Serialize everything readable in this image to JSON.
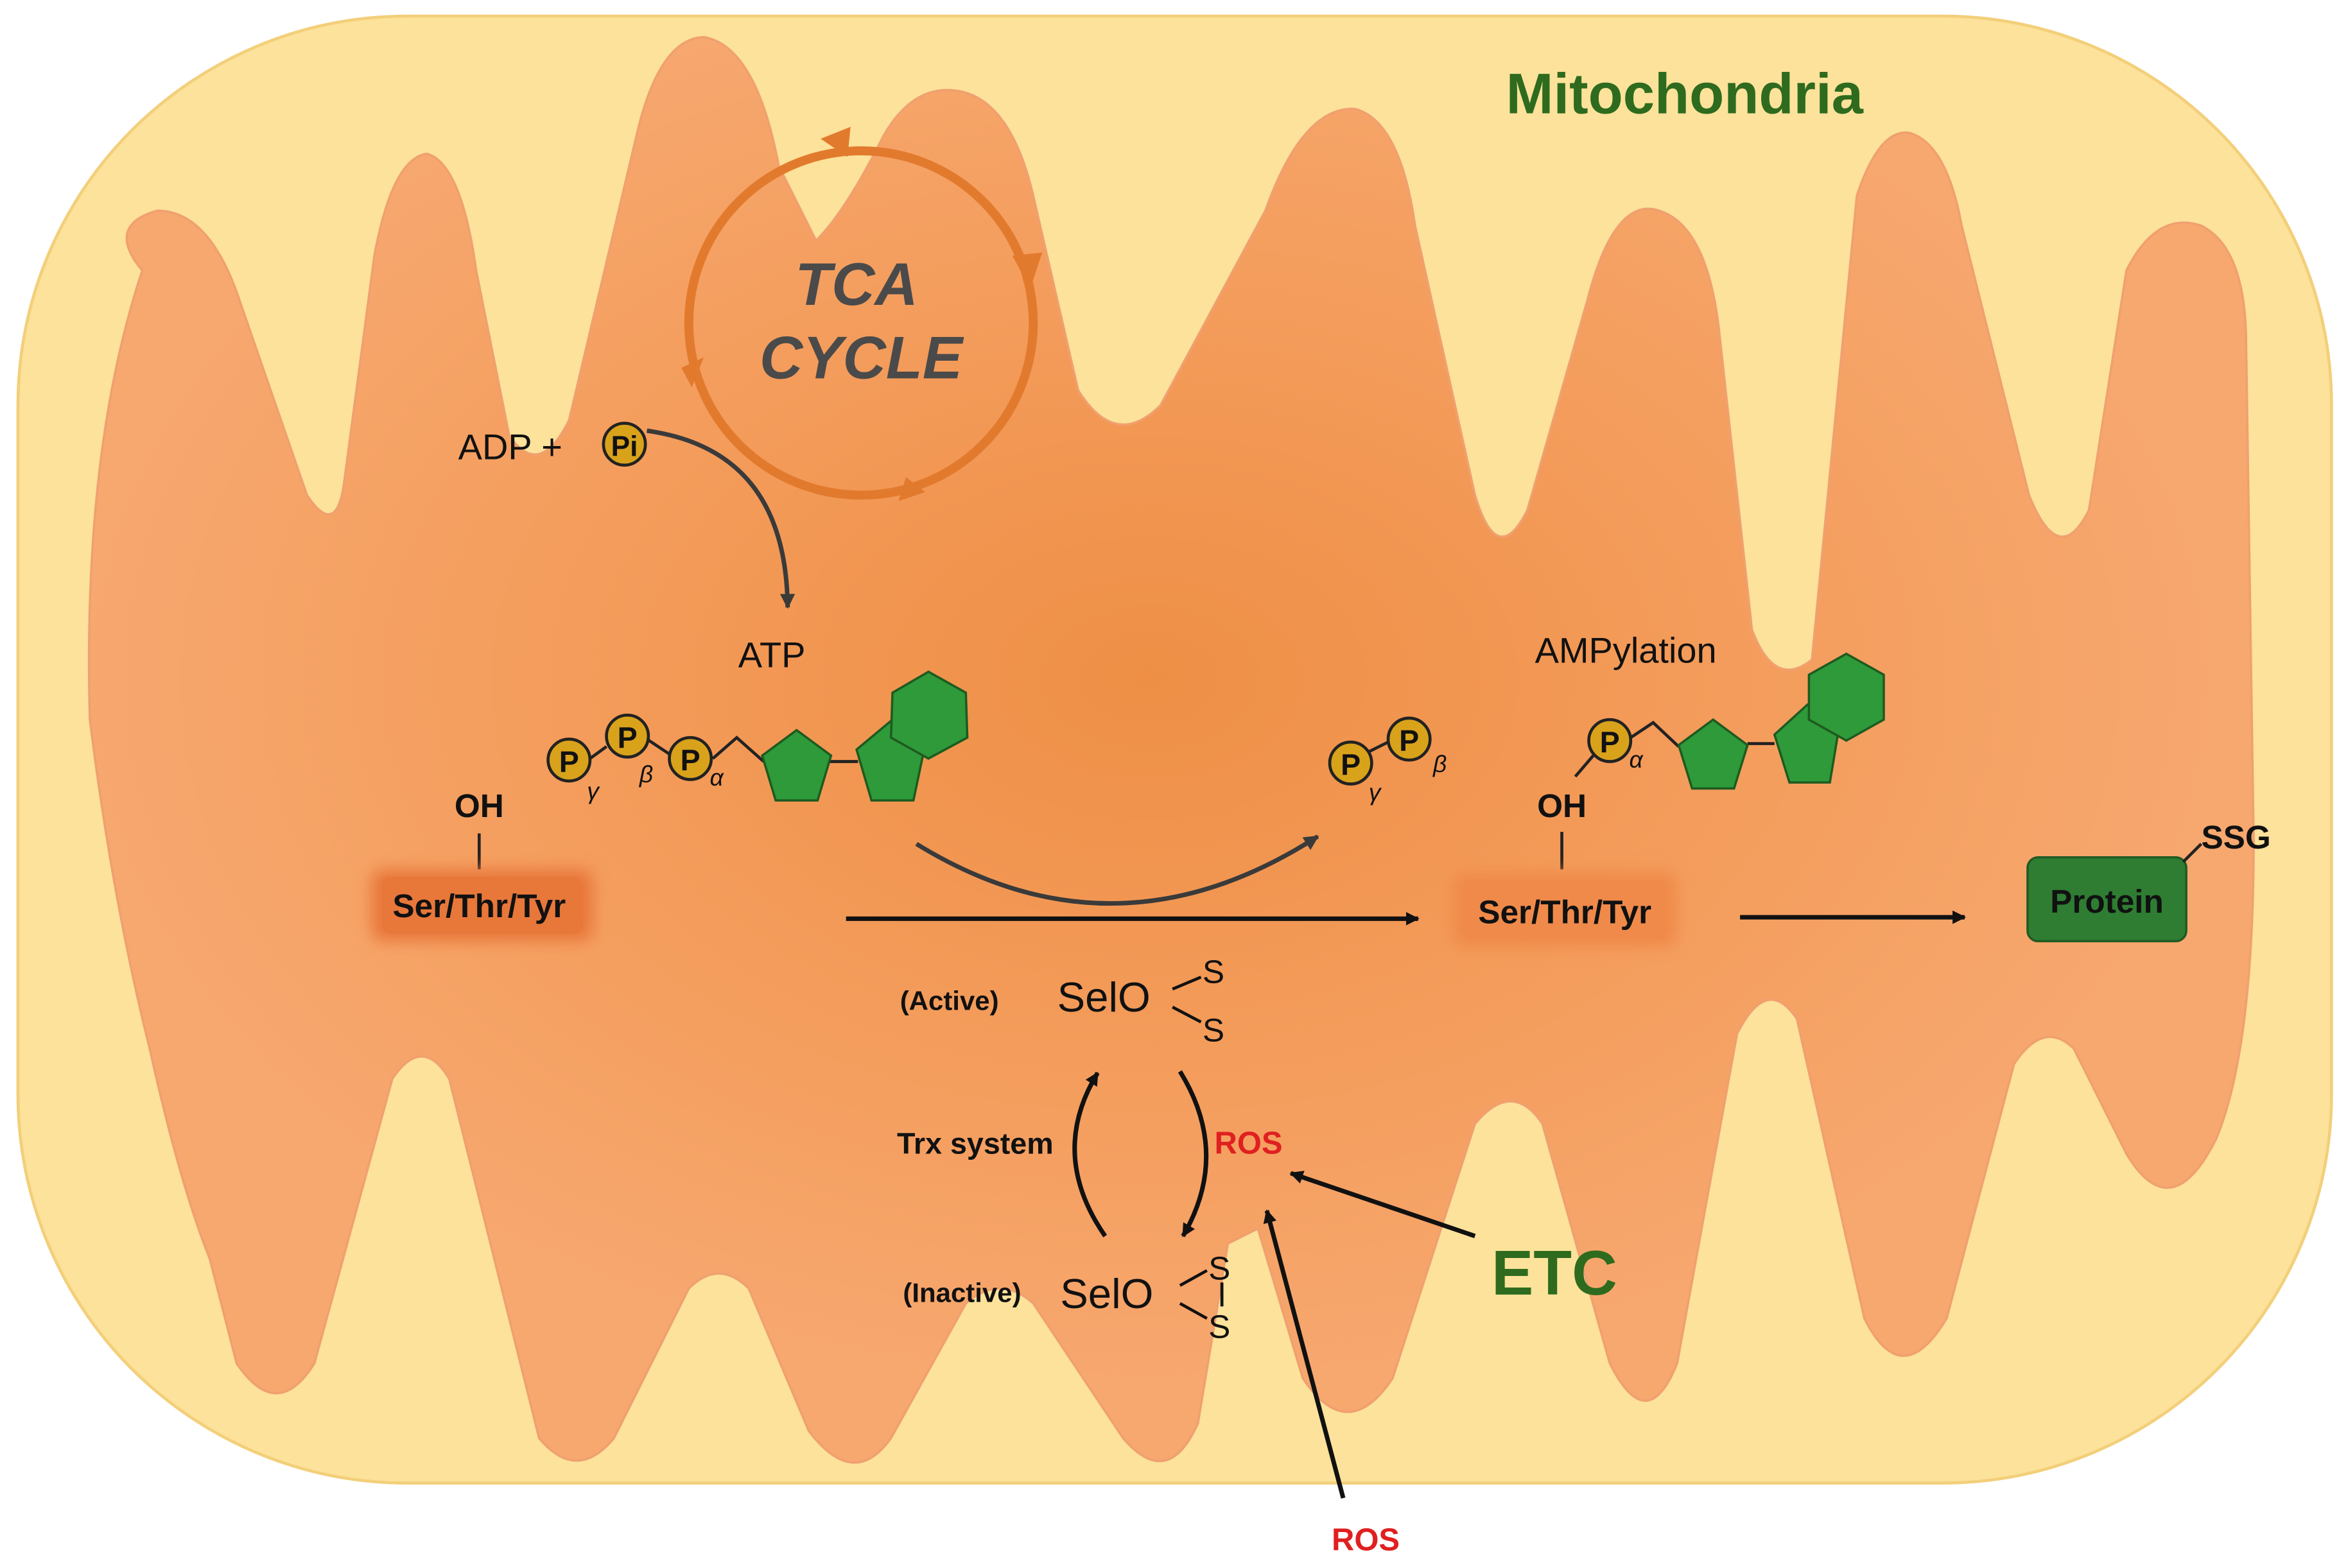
{
  "title": "Mitochondria",
  "tca": {
    "line1": "TCA",
    "line2": "CYCLE"
  },
  "adp": {
    "label": "ADP +",
    "pi": "Pi"
  },
  "atp": {
    "label": "ATP"
  },
  "ampylation": {
    "label": "AMPylation"
  },
  "phosphates": {
    "letter": "P",
    "gamma": "γ",
    "beta": "β",
    "alpha": "α"
  },
  "residue": {
    "oh": "OH",
    "name": "Ser/Thr/Tyr"
  },
  "protein": {
    "label": "Protein",
    "modification": "SSG"
  },
  "selo": {
    "name": "SelO",
    "active": "(Active)",
    "inactive": "(Inactive)",
    "sulfur": "S"
  },
  "trx": {
    "label": "Trx system"
  },
  "ros": {
    "inner": "ROS",
    "outer": "ROS"
  },
  "etc": {
    "label": "ETC"
  },
  "colors": {
    "outer_membrane": "#FCE29A",
    "matrix": "#F6A26A",
    "title_green": "#2E6B1E",
    "pentagon_green": "#2E9A3A",
    "phosphate_gold": "#D9A21B",
    "ros_red": "#E02020",
    "residue_orange": "#E8773A",
    "protein_green": "#2E7D32"
  }
}
